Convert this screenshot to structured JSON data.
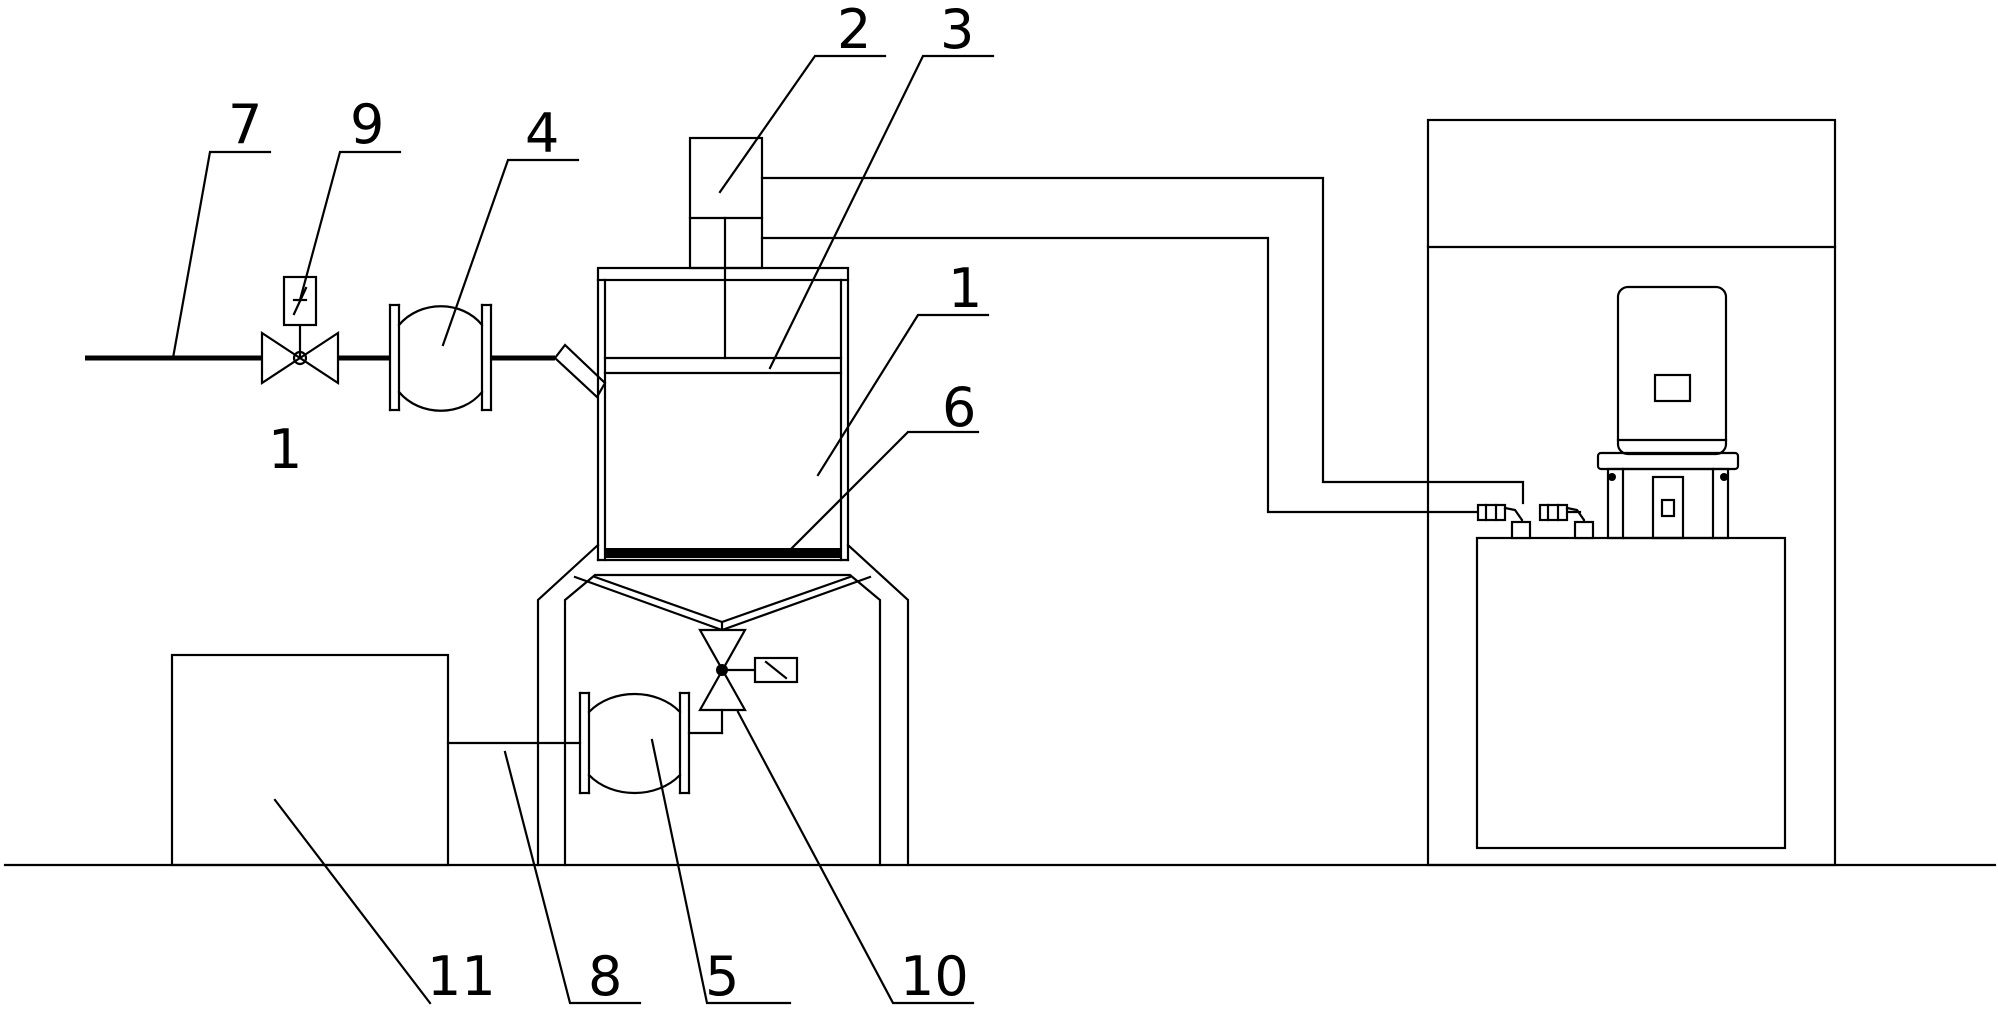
{
  "callouts": {
    "c1": "1",
    "c2": "2",
    "c3": "3",
    "c4": "4",
    "c5": "5",
    "c6": "6",
    "c7": "7",
    "c8": "8",
    "c9": "9",
    "c10": "10",
    "c11": "11",
    "c1_valve": "1"
  }
}
